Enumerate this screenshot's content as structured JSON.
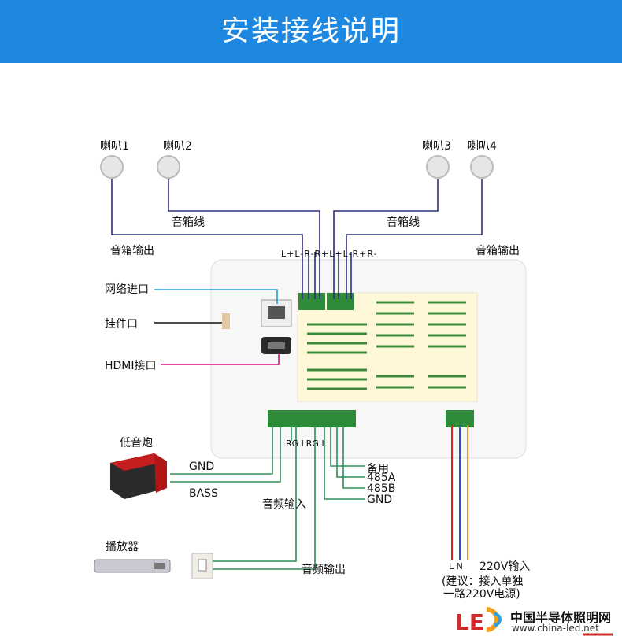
{
  "header": {
    "title": "安装接线说明"
  },
  "speakers": {
    "s1": "喇叭1",
    "s2": "喇叭2",
    "s3": "喇叭3",
    "s4": "喇叭4"
  },
  "labels": {
    "speaker_wire_left": "音箱线",
    "speaker_wire_right": "音箱线",
    "speaker_out_left": "音箱输出",
    "speaker_out_right": "音箱输出",
    "terminal_pins": "L+L-R-R+L+L-R+R-",
    "network": "网络进口",
    "hanging": "挂件口",
    "hdmi": "HDMI接口",
    "subwoofer": "低音炮",
    "gnd_left": "GND",
    "bass": "BASS",
    "rg_lrgl": "RG LRG L",
    "audio_in": "音频输入",
    "spare": "备用",
    "rs485a": "485A",
    "rs485b": "485B",
    "gnd_right": "GND",
    "player": "播放器",
    "audio_out": "音频输出",
    "power_pins": "L N",
    "power_in": "220V输入",
    "advice_1": "(建议：接入单独",
    "advice_2": "一路220V电源)"
  },
  "logo": {
    "mark": "LED",
    "name": "中国半导体照明网",
    "url": "www.china-led.net"
  },
  "colors": {
    "banner": "#1e88e0",
    "wire_speaker": "#2b2f7a",
    "wire_network": "#1aa0d8",
    "wire_hdmi": "#d0157a",
    "wire_audio": "#2e8b57",
    "wire_power_l": "#e02020",
    "wire_power_n": "#3050c8",
    "wire_power_e": "#f08a20"
  }
}
